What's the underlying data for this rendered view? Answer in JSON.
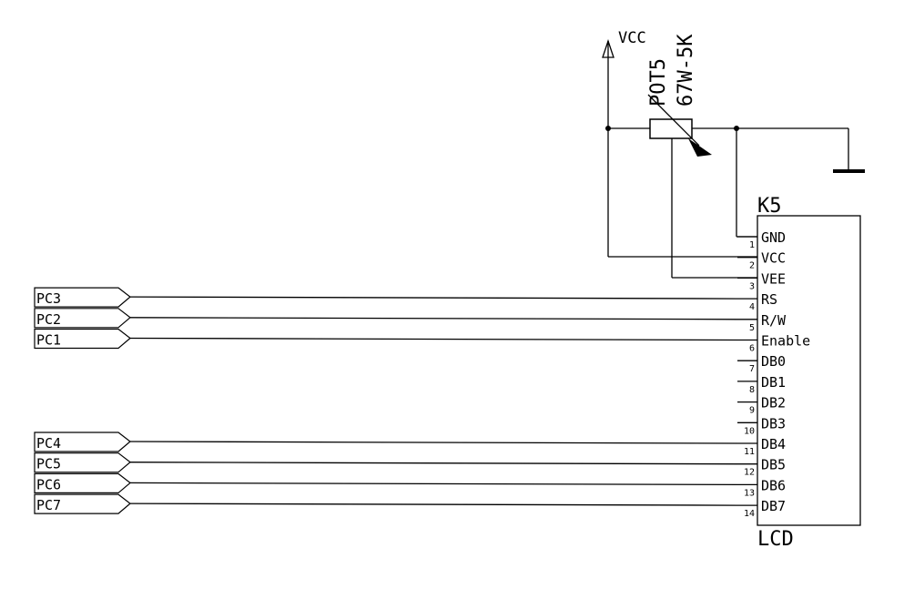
{
  "power": {
    "vcc_label": "VCC"
  },
  "pot": {
    "name": "POT5",
    "value": "67W-5K"
  },
  "lcd": {
    "ref": "K5",
    "name": "LCD",
    "pins": [
      {
        "num": "1",
        "label": "GND"
      },
      {
        "num": "2",
        "label": "VCC"
      },
      {
        "num": "3",
        "label": "VEE"
      },
      {
        "num": "4",
        "label": "RS"
      },
      {
        "num": "5",
        "label": "R/W"
      },
      {
        "num": "6",
        "label": "Enable"
      },
      {
        "num": "7",
        "label": "DB0"
      },
      {
        "num": "8",
        "label": "DB1"
      },
      {
        "num": "9",
        "label": "DB2"
      },
      {
        "num": "10",
        "label": "DB3"
      },
      {
        "num": "11",
        "label": "DB4"
      },
      {
        "num": "12",
        "label": "DB5"
      },
      {
        "num": "13",
        "label": "DB6"
      },
      {
        "num": "14",
        "label": "DB7"
      }
    ]
  },
  "ports": [
    {
      "label": "PC3",
      "pin": 4
    },
    {
      "label": "PC2",
      "pin": 5
    },
    {
      "label": "PC1",
      "pin": 6
    },
    {
      "label": "PC4",
      "pin": 11
    },
    {
      "label": "PC5",
      "pin": 12
    },
    {
      "label": "PC6",
      "pin": 13
    },
    {
      "label": "PC7",
      "pin": 14
    }
  ]
}
